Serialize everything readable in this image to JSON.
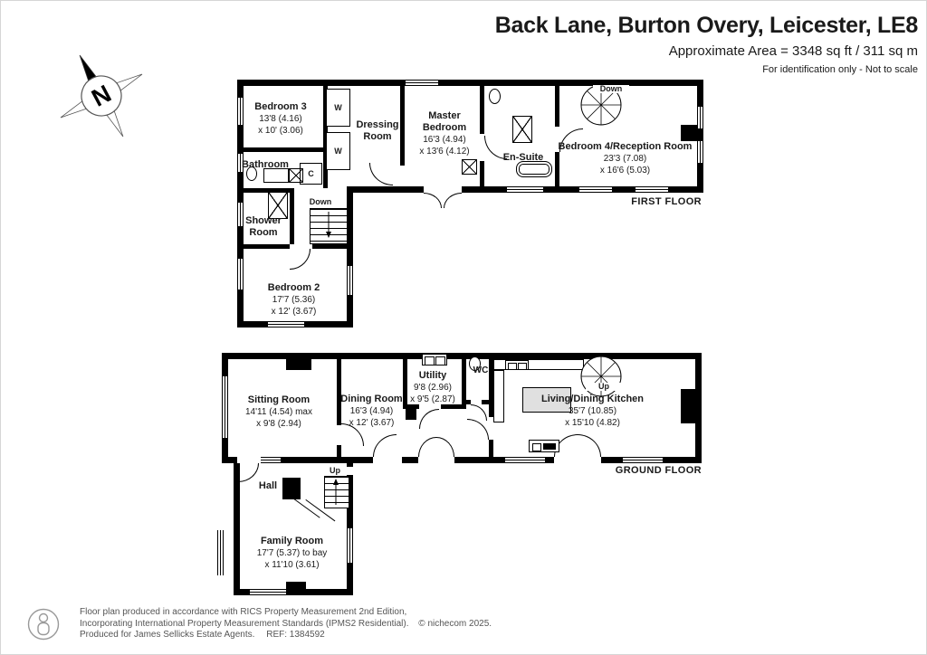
{
  "header": {
    "title": "Back Lane, Burton Overy, Leicester, LE8",
    "area_line": "Approximate Area = 3348 sq ft / 311 sq m",
    "disclaimer": "For identification only - Not to scale"
  },
  "compass": {
    "label": "N"
  },
  "floors": {
    "first": {
      "label": "FIRST FLOOR",
      "rooms": {
        "bedroom3": {
          "name": "Bedroom 3",
          "dim1": "13'8 (4.16)",
          "dim2": "x 10' (3.06)"
        },
        "bathroom": {
          "name": "Bathroom"
        },
        "dressing": {
          "name": "Dressing Room"
        },
        "master": {
          "name": "Master Bedroom",
          "dim1": "16'3 (4.94)",
          "dim2": "x 13'6 (4.12)"
        },
        "ensuite": {
          "name": "En-Suite"
        },
        "bedroom4": {
          "name": "Bedroom 4/Reception Room",
          "dim1": "23'3 (7.08)",
          "dim2": "x 16'6 (5.03)"
        },
        "shower": {
          "name": "Shower Room"
        },
        "bedroom2": {
          "name": "Bedroom 2",
          "dim1": "17'7 (5.36)",
          "dim2": "x 12' (3.67)"
        }
      },
      "ann": {
        "w": "W",
        "c": "C",
        "down_stairs": "Down",
        "down_spiral": "Down"
      }
    },
    "ground": {
      "label": "GROUND FLOOR",
      "rooms": {
        "sitting": {
          "name": "Sitting Room",
          "dim1": "14'11 (4.54) max",
          "dim2": "x 9'8 (2.94)"
        },
        "dining": {
          "name": "Dining Room",
          "dim1": "16'3 (4.94)",
          "dim2": "x 12' (3.67)"
        },
        "utility": {
          "name": "Utility",
          "dim1": "9'8 (2.96)",
          "dim2": "x 9'5 (2.87)"
        },
        "wc": {
          "name": "WC"
        },
        "kitchen": {
          "name": "Living/Dining Kitchen",
          "dim1": "35'7 (10.85)",
          "dim2": "x 15'10 (4.82)"
        },
        "hall": {
          "name": "Hall"
        },
        "family": {
          "name": "Family Room",
          "dim1": "17'7 (5.37) to bay",
          "dim2": "x 11'10 (3.61)"
        }
      },
      "ann": {
        "up_stairs": "Up",
        "up_spiral": "Up"
      }
    }
  },
  "footer": {
    "line1": "Floor plan produced in accordance with RICS Property Measurement 2nd Edition,",
    "line2": "Incorporating International Property Measurement Standards (IPMS2 Residential).",
    "copyright": "© nichecom 2025.",
    "line3": "Produced for James Sellicks Estate Agents.",
    "ref": "REF: 1384592"
  },
  "colors": {
    "walls": "#000000",
    "footer_text": "#555555",
    "island_fill": "#e0e0e0"
  }
}
